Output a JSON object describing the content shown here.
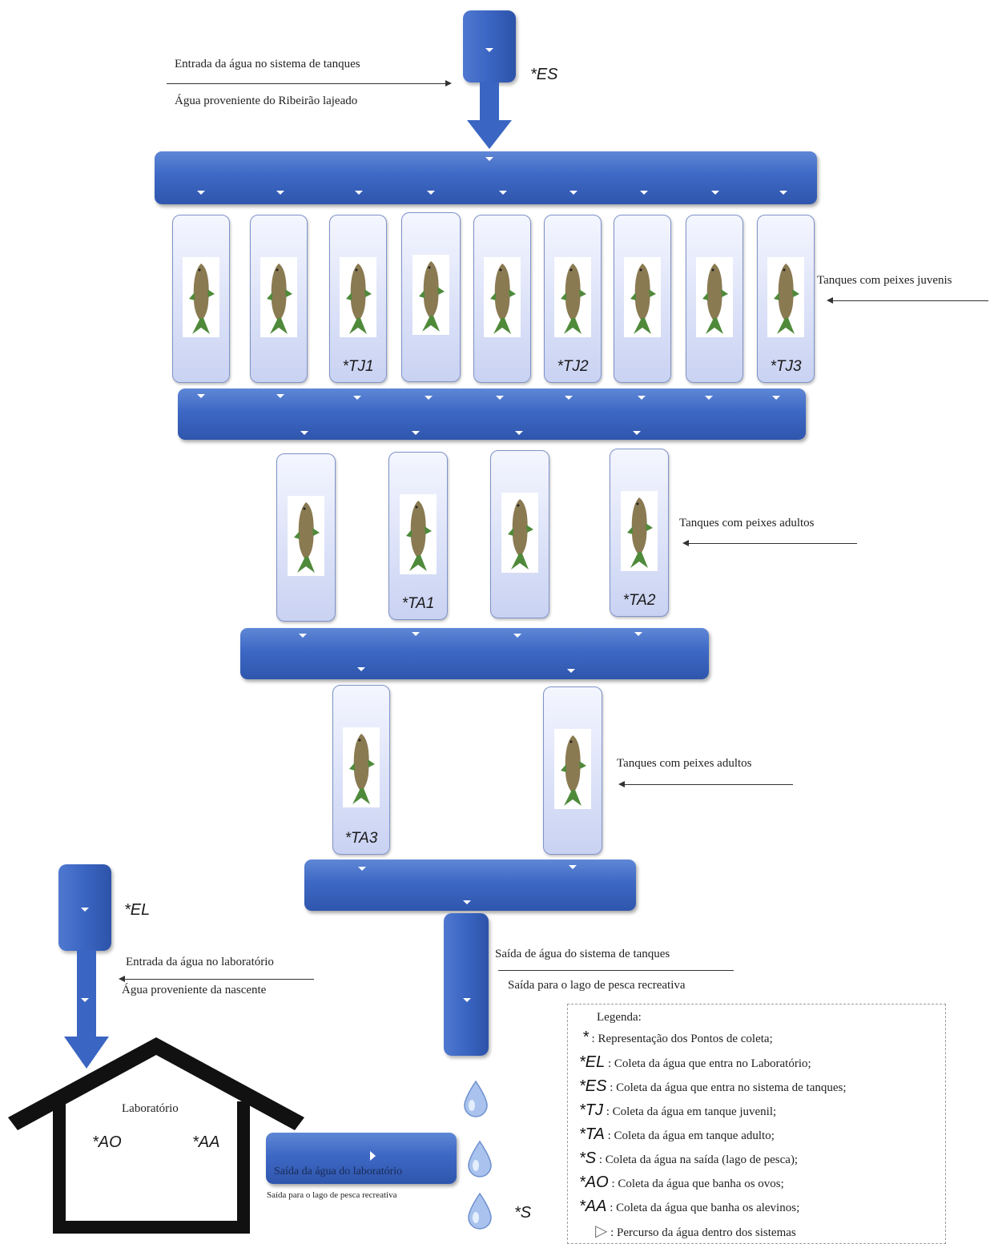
{
  "top_inlet": {
    "line1": "Entrada da água no sistema de tanques",
    "line2": "Água proveniente do Ribeirão lajeado",
    "code": "*ES"
  },
  "juvenile_tanks": {
    "label": "Tanques com peixes juvenis",
    "codes": [
      "",
      "",
      "*TJ1",
      "",
      "",
      "*TJ2",
      "",
      "",
      "*TJ3"
    ]
  },
  "adult_tanks_1": {
    "label": "Tanques com peixes adultos",
    "codes": [
      "",
      "*TA1",
      "",
      "*TA2"
    ]
  },
  "adult_tanks_2": {
    "label": "Tanques com peixes adultos",
    "codes": [
      "*TA3",
      ""
    ]
  },
  "outlet": {
    "line1": "Saída de água do sistema de tanques",
    "line2": "Saída para o lago de pesca recreativa",
    "code": "*S"
  },
  "lab_inlet": {
    "line1": "Entrada da água no laboratório",
    "line2": "Água proveniente da nascente",
    "code": "*EL"
  },
  "laboratory": {
    "title": "Laboratório",
    "code_ao": "*AO",
    "code_aa": "*AA",
    "exit_label": "Saída da água do laboratório",
    "exit_sub": "Saída para o lago de pesca recreativa"
  },
  "legend": {
    "title": "Legenda:",
    "items": [
      {
        "symbol": "*",
        "text": ": Representação dos Pontos de coleta;"
      },
      {
        "symbol": "*EL",
        "text": ": Coleta da água que entra no Laboratório;"
      },
      {
        "symbol": "*ES",
        "text": ": Coleta da água que entra no sistema de tanques;"
      },
      {
        "symbol": "*TJ",
        "text": ": Coleta da água em tanque juvenil;"
      },
      {
        "symbol": "*TA",
        "text": ": Coleta da água em tanque adulto;"
      },
      {
        "symbol": "*S",
        "text": ": Coleta da água na saída (lago de pesca);"
      },
      {
        "symbol": "*AO",
        "text": ": Coleta da água que banha os ovos;"
      },
      {
        "symbol": "*AA",
        "text": ": Coleta da água que banha os alevinos;"
      },
      {
        "symbol": "▷",
        "text": ": Percurso da água dentro dos sistemas"
      }
    ]
  },
  "colors": {
    "pipe": "#3d68c4",
    "tank_fill": "#c9d2f2",
    "fish_body": "#8a7a52",
    "fish_fin": "#4f8a3a",
    "drop": "#9fbbe8"
  },
  "icons": [
    "fish-icon",
    "water-drop-icon",
    "house-icon",
    "arrow-down-icon"
  ]
}
